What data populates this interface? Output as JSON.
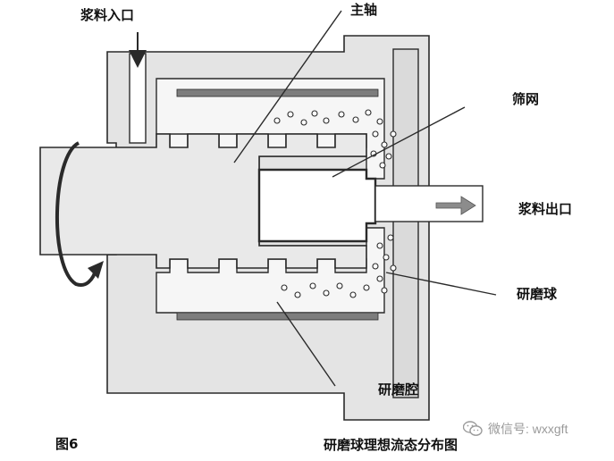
{
  "labels": {
    "slurry_inlet": "浆料入口",
    "main_shaft": "主轴",
    "screen": "筛网",
    "slurry_outlet": "浆料出口",
    "grinding_ball": "研磨球",
    "grinding_chamber": "研磨腔"
  },
  "caption": {
    "figure_number": "图6",
    "title": "研磨球理想流态分布图"
  },
  "watermark": {
    "text": "微信号: wxxgft",
    "icon": "wechat-icon"
  },
  "colors": {
    "line": "#2a2a2a",
    "body_fill": "#e4e4e4",
    "cavity_fill": "#f6f6f6",
    "bar_fill": "#7d7d7d",
    "arrow_fill": "#8c8c8c",
    "watermark": "#9a9a9a"
  }
}
